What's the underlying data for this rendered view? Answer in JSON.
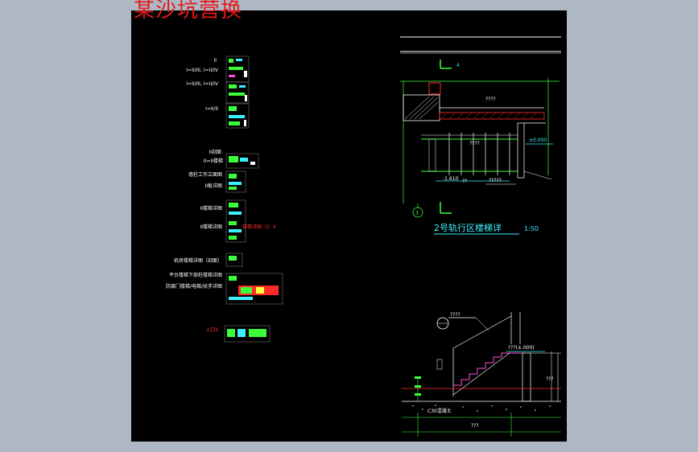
{
  "window": {
    "title_overlay": "某沙坑营换"
  },
  "sheet_list": {
    "labels": [
      "II",
      "I=II/III, I=II/IV",
      "I=II/III, I=II/IV",
      "I=II/II",
      "II剖面",
      "II=II楼梯",
      "墙柱工作立面图",
      "II板详图",
      "II楼梯详图",
      "II楼梯详图",
      "机房楼梯详图（剖面）",
      "平台楼梯下部柱楼梯详图",
      "防腐门楼梯/电梯/扶手详图",
      "入口II"
    ],
    "red_note": "楼梯详图（I）4"
  },
  "detail_1": {
    "title": "2号轨行区楼梯详",
    "scale": "1:50",
    "grid_marker": "3",
    "elev_top": "±0.000",
    "elev_bottom": "-1.610",
    "elev_bottom_suffix": "??",
    "note_a": "????",
    "note_b": "?????",
    "note_c": "????",
    "axis_label": "4"
  },
  "detail_2": {
    "callout_top": "????",
    "elev_label": "???(±.000)",
    "ground_label": "C30混凝土",
    "dim_label": "???",
    "bottom_dim": "???"
  },
  "colors": {
    "canvas_bg": "#000000",
    "outer_bg": "#aeb8c4",
    "cad_green": "#3cff3c",
    "cad_red": "#ff2a2a",
    "cad_cyan": "#3cf0ff",
    "cad_magenta": "#ff4fd8",
    "cad_white": "#ffffff",
    "cad_yellow": "#ffff3c"
  },
  "icons": {
    "grid_bubble": "circle-marker-icon",
    "leader_arrow": "arrow-icon"
  }
}
